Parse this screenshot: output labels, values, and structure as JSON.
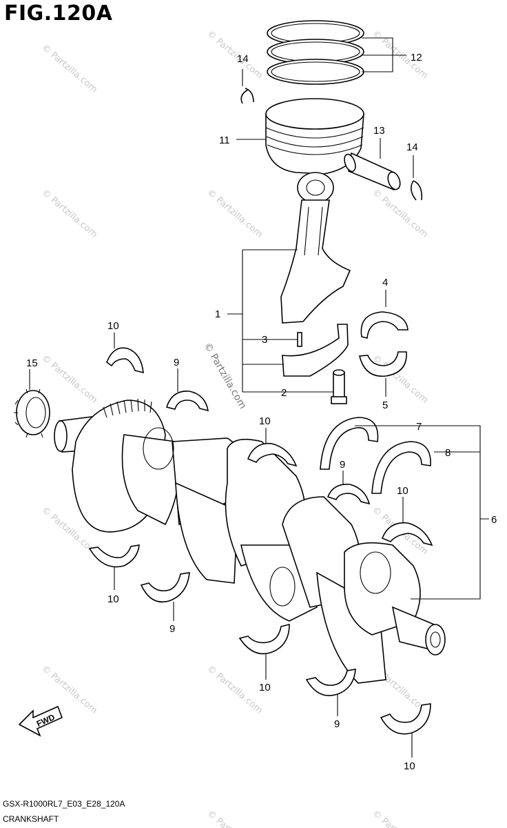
{
  "figure_title": "FIG.120A",
  "callouts": {
    "c1": "1",
    "c2": "2",
    "c3": "3",
    "c4": "4",
    "c5": "5",
    "c6": "6",
    "c7": "7",
    "c8": "8",
    "c9": "9",
    "c10": "10",
    "c11": "11",
    "c12": "12",
    "c13": "13",
    "c14": "14",
    "c15": "15"
  },
  "fwd_label": "FWD",
  "watermark": "© Partzilla.com",
  "footer": {
    "code": "GSX-R1000RL7_E03_E28_120A",
    "name": "CRANKSHAFT"
  }
}
